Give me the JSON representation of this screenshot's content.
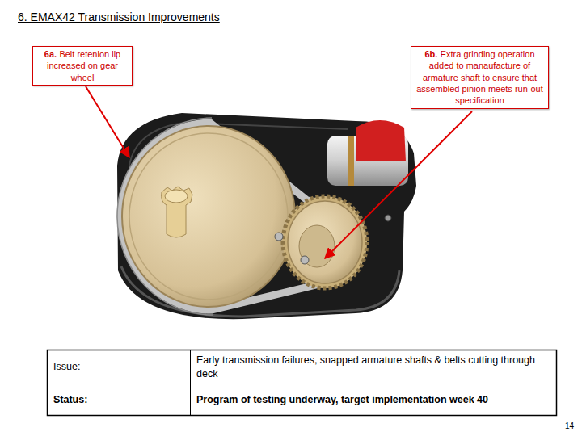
{
  "diagram": {
    "title": "6. EMAX42 Transmission Improvements",
    "nodes": [
      {
        "text": [
          "6a.",
          "Belt retenion lip increased on gear wheel"
        ]
      },
      {
        "text": [
          "6b.",
          "Extra grinding operation added to manaufacture of armature shaft to ensure that assembled pinion meets run-out specification"
        ]
      }
    ],
    "labels": [
      "Issue:",
      "Early transmission failures, snapped armature shafts & belts cutting through deck",
      "Status:",
      "Program of testing underway, target implementation week 40",
      "14"
    ]
  }
}
